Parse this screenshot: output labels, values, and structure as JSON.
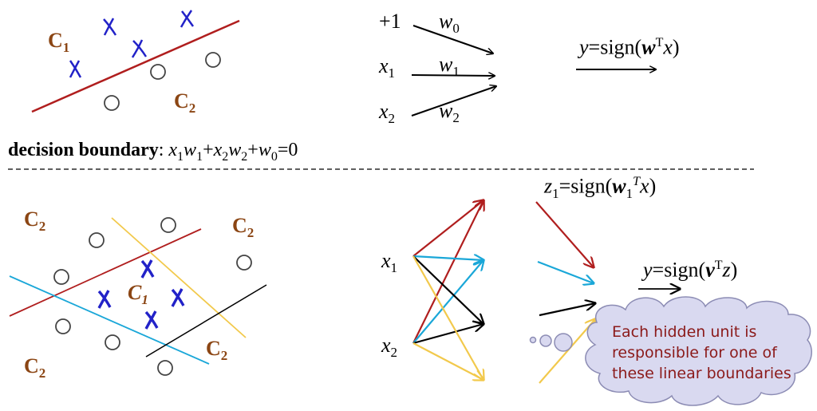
{
  "top_panel": {
    "class_labels": {
      "c1_main": "C",
      "c1_sub": "1",
      "c2_main": "C",
      "c2_sub": "2"
    },
    "inputs": {
      "bias": "+1",
      "x1_main": "x",
      "x1_sub": "1",
      "x2_main": "x",
      "x2_sub": "2"
    },
    "weights": {
      "w0_main": "w",
      "w0_sub": "0",
      "w1_main": "w",
      "w1_sub": "1",
      "w2_main": "w",
      "w2_sub": "2"
    },
    "output": {
      "y": "y",
      "eq_sign": "=sign(",
      "w": "w",
      "sup": "T",
      "x": "x",
      "close": ")"
    }
  },
  "decision_boundary": {
    "label": "decision boundary",
    "colon": ": ",
    "x1": "x",
    "x1_sub": "1",
    "w1": "w",
    "w1_sub": "1",
    "plus1": "+",
    "x2": "x",
    "x2_sub": "2",
    "w2": "w",
    "w2_sub": "2",
    "plus2": "+",
    "w0": "w",
    "w0_sub": "0",
    "eq": "=0"
  },
  "bottom_panel": {
    "class_labels": {
      "c2": "C",
      "c2_sub": "2",
      "c1": "C",
      "c1_sub": "1"
    },
    "inputs": {
      "x1_main": "x",
      "x1_sub": "1",
      "x2_main": "x",
      "x2_sub": "2"
    },
    "hidden_formula": {
      "z": "z",
      "z_sub": "1",
      "eq_sign": "=sign(",
      "w": "w",
      "w_sub": "1",
      "sup": "T",
      "x": "x",
      "close": ")"
    },
    "output": {
      "y": "y",
      "eq_sign": "=sign(",
      "v": "v",
      "sup": "T",
      "z": "z",
      "close": ")"
    },
    "thought_bubble": {
      "lines": [
        "Each hidden unit is",
        "responsible for one of",
        "these linear boundaries"
      ]
    }
  },
  "colors": {
    "red_line": "#b01e1e",
    "cyan_line": "#1aa7d8",
    "yellow_line": "#f2c94c",
    "black_line": "#000000",
    "cross": "#2222c8",
    "circle": "#444444",
    "class_label": "#8b4513",
    "cloud_fill": "#d9d9f0",
    "cloud_stroke": "#8c8cb4"
  }
}
